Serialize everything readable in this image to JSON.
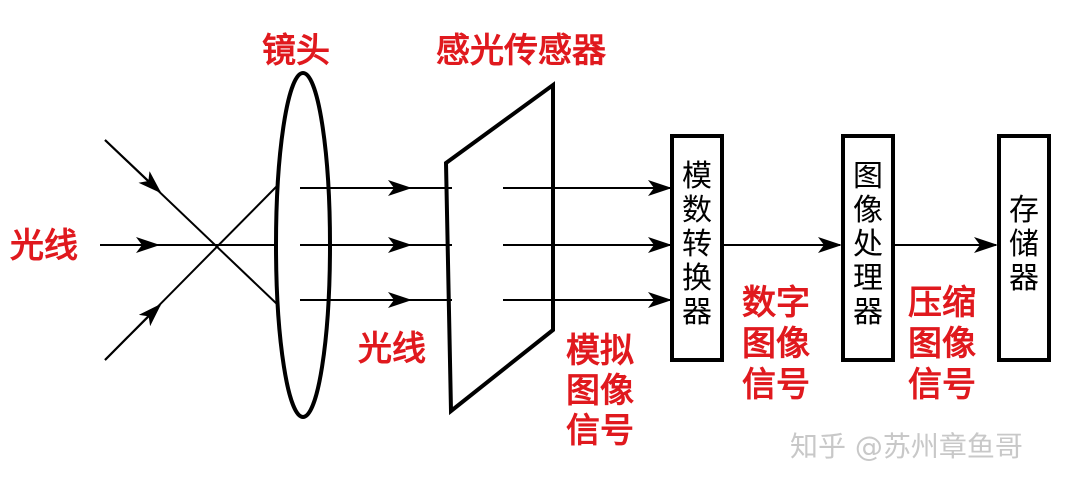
{
  "labels": {
    "lens": "镜头",
    "sensor": "感光传感器",
    "light_left": "光线",
    "light_mid": "光线",
    "analog_signal": [
      "模拟",
      "图像",
      "信号"
    ],
    "digital_signal": [
      "数字",
      "图像",
      "信号"
    ],
    "compressed_signal": [
      "压缩",
      "图像",
      "信号"
    ]
  },
  "boxes": {
    "adc": [
      "模",
      "数",
      "转",
      "换",
      "器"
    ],
    "isp": [
      "图",
      "像",
      "处",
      "理",
      "器"
    ],
    "storage": [
      "存",
      "储",
      "器"
    ]
  },
  "watermark": "知乎 @苏州章鱼哥",
  "colors": {
    "label_red": "#e0191e",
    "line": "#000000",
    "watermark": "#c8c8c8"
  }
}
